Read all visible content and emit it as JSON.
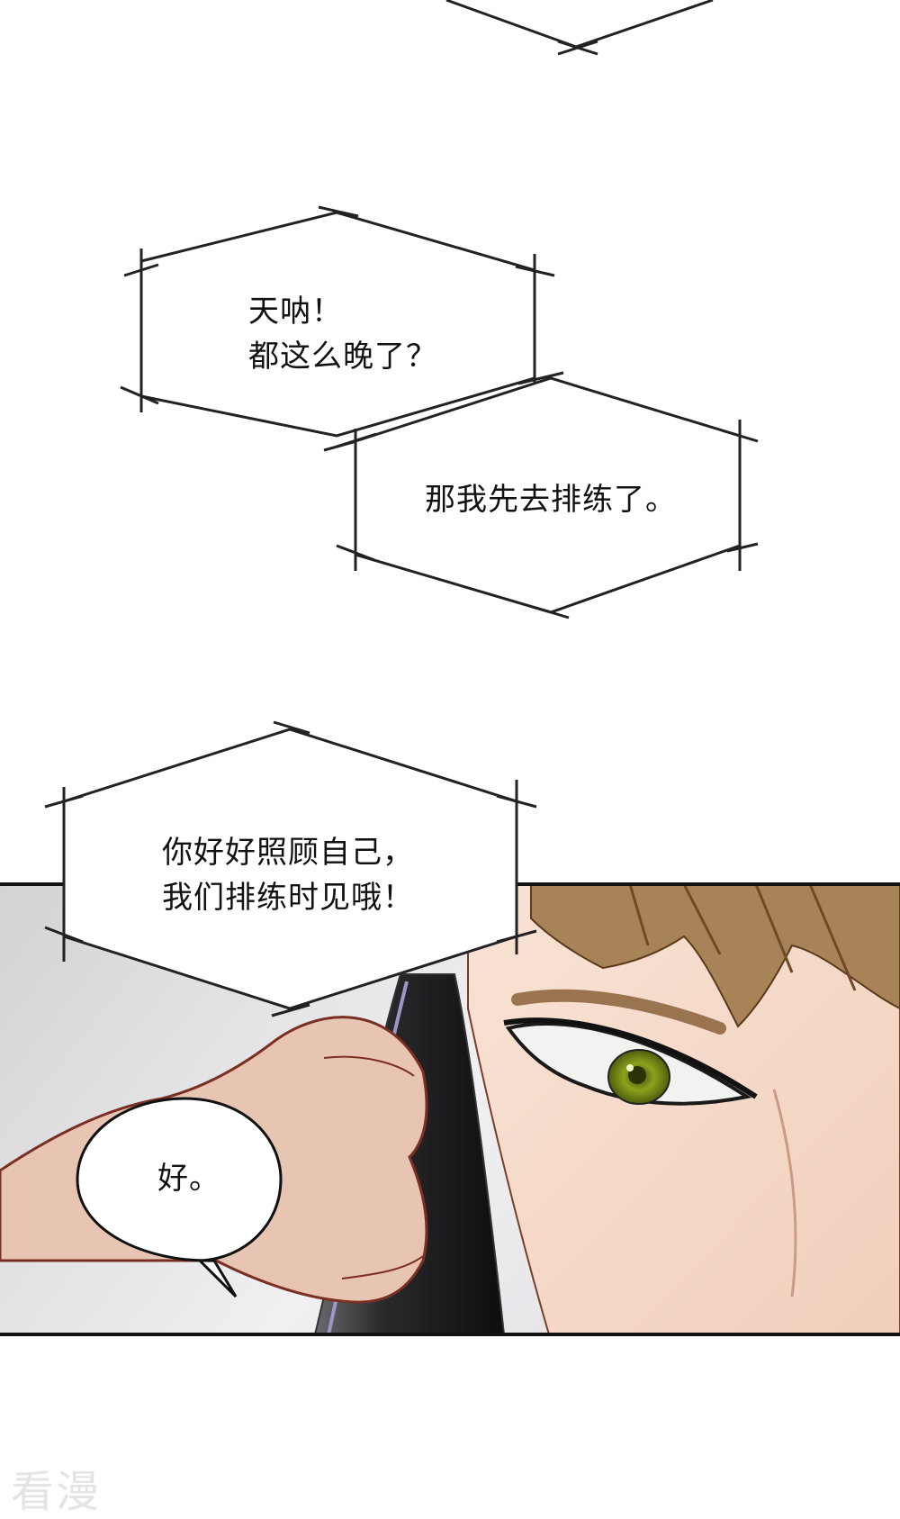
{
  "bubbles": {
    "b1": {
      "line1": "天呐！",
      "line2": "都这么晚了？"
    },
    "b2": {
      "line1": "那我先去排练了。"
    },
    "b3": {
      "line1": "你好好照顾自己，",
      "line2": "我们排练时见哦！"
    },
    "b4": {
      "line1": "好。"
    }
  },
  "watermark": "看漫",
  "colors": {
    "background": "#ffffff",
    "panel_border": "#111111",
    "hair": "#a98358",
    "skin": "#f7dccb",
    "eye": "#8a9a1e",
    "phone": "#1c1c1c"
  }
}
